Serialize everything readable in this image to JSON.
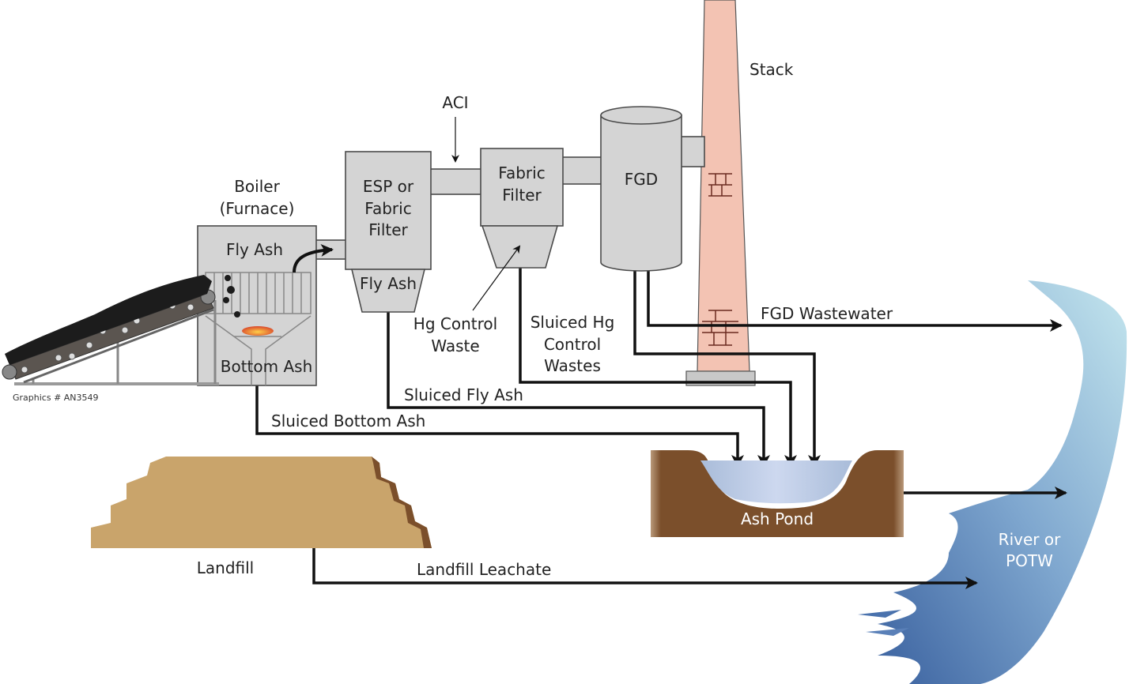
{
  "labels": {
    "boiler": [
      "Boiler",
      "(Furnace)"
    ],
    "boiler_fly_ash": "Fly Ash",
    "bottom_ash": "Bottom Ash",
    "esp": [
      "ESP or",
      "Fabric",
      "Filter"
    ],
    "esp_fly_ash": "Fly Ash",
    "aci": "ACI",
    "fabric_filter": [
      "Fabric",
      "Filter"
    ],
    "fgd": "FGD",
    "stack": "Stack",
    "hg_control_waste": [
      "Hg Control",
      "Waste"
    ],
    "sluiced_hg": [
      "Sluiced Hg",
      "Control",
      "Wastes"
    ],
    "fgd_wastewater": "FGD Wastewater",
    "sluiced_fly_ash": "Sluiced Fly Ash",
    "sluiced_bottom_ash": "Sluiced Bottom Ash",
    "ash_pond": "Ash Pond",
    "landfill": "Landfill",
    "landfill_leachate": "Landfill Leachate",
    "river": [
      "River or",
      "POTW"
    ],
    "graphics_id": "Graphics # AN3549"
  },
  "colors": {
    "equipment": "#d4d4d4",
    "stack": "#f3c3b3",
    "pond_soil": "#7b4f2b",
    "pond_water": "#b9c9e3",
    "landfill": "#c9a46b",
    "river_light": "#a8d4e2",
    "river_dark": "#3d66a3"
  }
}
